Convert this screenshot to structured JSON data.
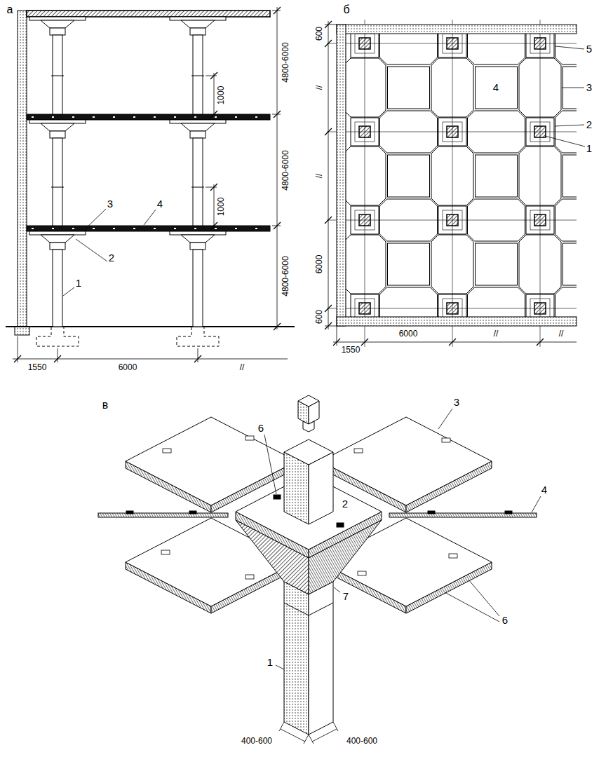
{
  "diagram": {
    "labels": [
      "а",
      "4800-6000",
      "4800-6000",
      "4800-6000",
      "1000",
      "1000",
      "4",
      "3",
      "2",
      "1",
      "1550",
      "6000",
      "//",
      "б",
      "600",
      "//",
      "//",
      "6000",
      "600",
      "5",
      "4",
      "3",
      "2",
      "1",
      "1550",
      "6000",
      "//",
      "//",
      "в",
      "2",
      "6",
      "3",
      "4",
      "6",
      "1",
      "7",
      "400-600",
      "400-600"
    ]
  }
}
